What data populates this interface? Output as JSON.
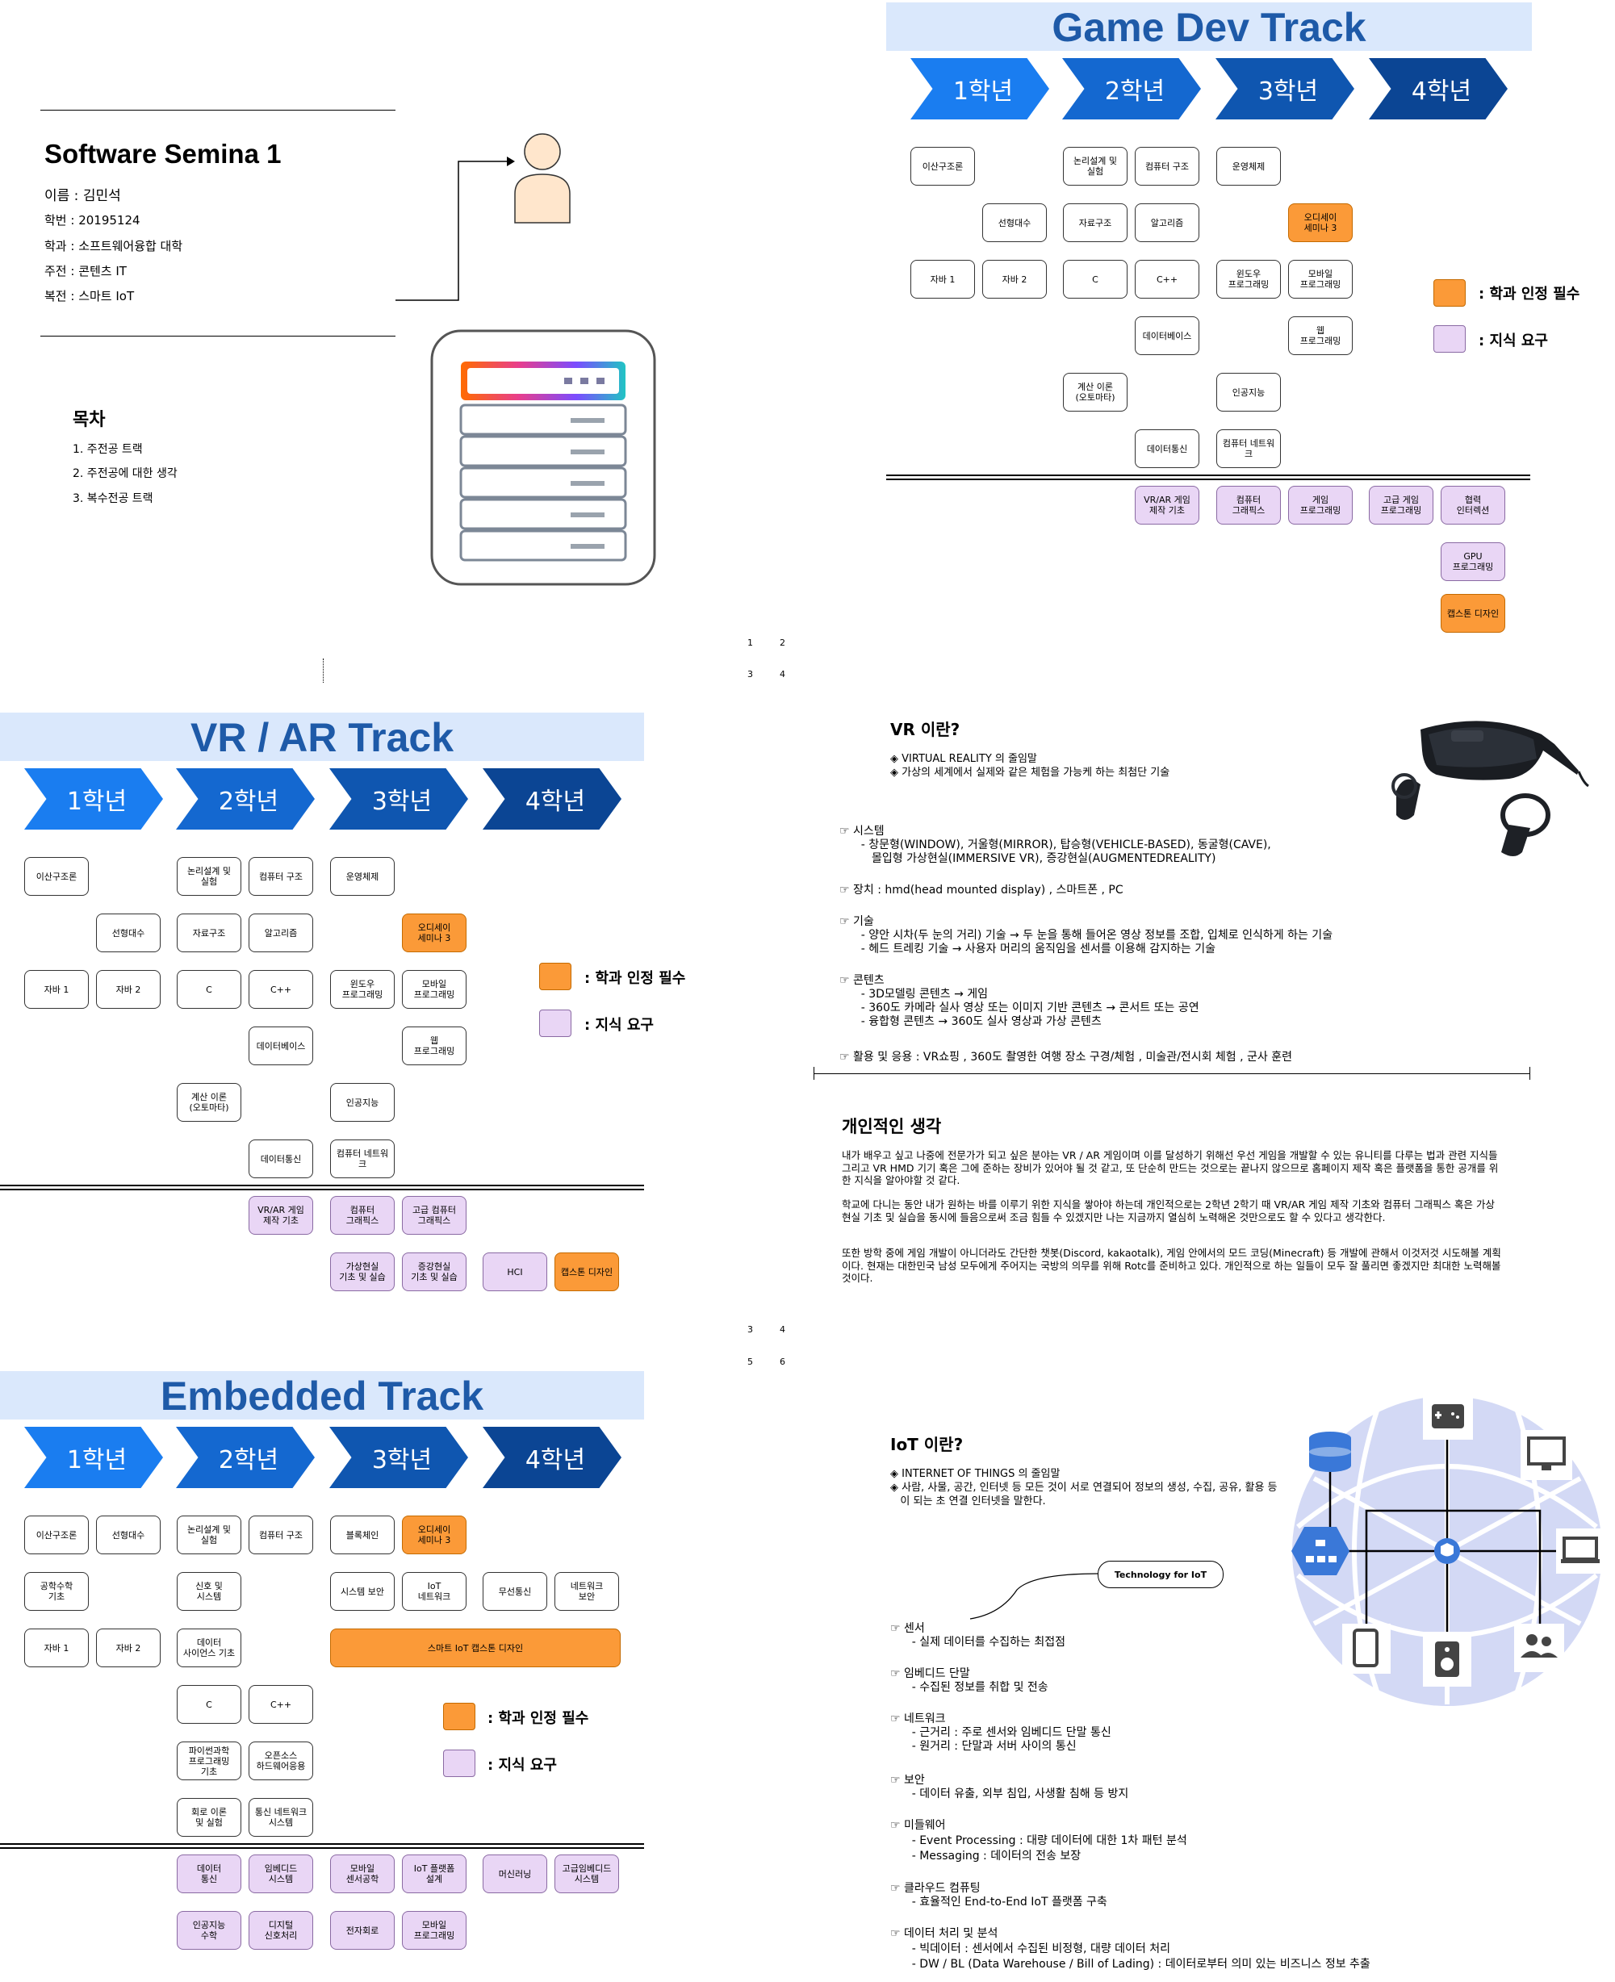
{
  "slide1": {
    "title": "Software Semina 1",
    "info": [
      "이름 : 김민석",
      "학번 : 20195124",
      "학과 : 소프트웨어융합 대학",
      "주전 : 콘텐츠 IT",
      "복전 : 스마트 IoT"
    ],
    "toc_title": "목차",
    "toc": [
      "1. 주전공 트랙",
      "2. 주전공에 대한 생각",
      "3. 복수전공 트랙"
    ]
  },
  "grades": [
    "1학년",
    "2학년",
    "3학년",
    "4학년"
  ],
  "legend": {
    "required": ": 학과 인정 필수",
    "knowledge": ": 지식 요구"
  },
  "colors": {
    "band": "#dae8fc",
    "band_text": "#1e5aa8",
    "orange": "#fb9a38",
    "purple": "#e9d6f5",
    "chev1": "#1a7df0",
    "chev2": "#1468d0",
    "chev3": "#0f56b0",
    "chev4": "#0b4594"
  },
  "game": {
    "title": "Game Dev Track",
    "boxes": [
      "이산구조론",
      "논리설계 및\n실험",
      "컴퓨터 구조",
      "운영체제",
      "선형대수",
      "자료구조",
      "알고리즘",
      "오디세이\n세미나 3",
      "자바 1",
      "자바 2",
      "C",
      "C++",
      "윈도우\n프로그래밍",
      "모바일\n프로그래밍",
      "데이터베이스",
      "웹\n프로그래밍",
      "계산 이론\n(오토마타)",
      "인공지능",
      "데이터통신",
      "컴퓨터 네트워\n크",
      "VR/AR 게임\n제작 기초",
      "컴퓨터\n그래픽스",
      "게임\n프로그래밍",
      "고급 게임\n프로그래밍",
      "협력\n인터렉션",
      "GPU\n프로그래밍",
      "캡스톤 디자인"
    ]
  },
  "vrar": {
    "title": "VR / AR Track",
    "boxes": [
      "이산구조론",
      "논리설계 및\n실험",
      "컴퓨터 구조",
      "운영체제",
      "선형대수",
      "자료구조",
      "알고리즘",
      "오디세이\n세미나 3",
      "자바 1",
      "자바 2",
      "C",
      "C++",
      "윈도우\n프로그래밍",
      "모바일\n프로그래밍",
      "데이터베이스",
      "웹\n프로그래밍",
      "계산 이론\n(오토마타)",
      "인공지능",
      "데이터통신",
      "컴퓨터 네트워\n크",
      "VR/AR 게임\n제작 기초",
      "컴퓨터\n그래픽스",
      "고급 컴퓨터\n그래픽스",
      "가상현실\n기초 및 실습",
      "증강현실\n기초 및 실습",
      "HCI",
      "캡스톤 디자인"
    ]
  },
  "embedded": {
    "title": "Embedded Track",
    "boxes": [
      "이산구조론",
      "선형대수",
      "논리설계 및\n실험",
      "컴퓨터 구조",
      "블록체인",
      "오디세이\n세미나 3",
      "공학수학\n기초",
      "신호 및\n시스템",
      "시스템 보안",
      "IoT\n네트워크",
      "무선통신",
      "네트워크\n보안",
      "자바 1",
      "자바 2",
      "데이터\n사이언스 기초",
      "스마트 IoT 캡스톤 디자인",
      "C",
      "C++",
      "파이썬과학\n프로그래밍\n기초",
      "오픈소스\n하드웨어응용",
      "회로 이론\n및 실험",
      "통신 네트워크\n시스템",
      "데이터\n통신",
      "임베디드\n시스템",
      "모바일\n센서공학",
      "IoT 플랫폼\n설계",
      "머신러닝",
      "고급임베디드\n시스템",
      "인공지능\n수학",
      "디지털\n신호처리",
      "전자회로",
      "모바일\n프로그래밍"
    ]
  },
  "vr": {
    "title": "VR 이란?",
    "def": [
      "◈ VIRTUAL REALITY 의 줄임말",
      "◈ 가상의 세계에서 실제와 같은 체험을 가능케 하는 최첨단 기술"
    ],
    "body": [
      "☞ 시스템",
      "      - 창문형(WINDOW), 거울형(MIRROR), 탑승형(VEHICLE-BASED), 동굴형(CAVE),",
      "         몰입형 가상현실(IMMERSIVE VR), 증강현실(AUGMENTEDREALITY)",
      "",
      "☞ 장치 : hmd(head mounted display) , 스마트폰 , PC",
      "",
      "☞ 기술",
      "      - 양안 시차(두 눈의 거리) 기술 → 두 눈을 통해 들어온 영상 정보를 조합, 입체로 인식하게 하는 기술",
      "      - 헤드 트레킹 기술 → 사용자 머리의 움직임을 센서를 이용해 감지하는 기술",
      "",
      "☞ 콘텐츠",
      "      - 3D모델링 콘텐츠 → 게임",
      "      - 360도 카메라 실사 영상 또는 이미지 기반 콘텐츠 → 콘서트 또는 공연",
      "      - 융합형 콘텐츠 → 360도 실사 영상과 가상 콘텐츠",
      "",
      "☞ 활용 및 응용 : VR쇼핑 , 360도 촬영한 여행 장소 구경/체험 , 미술관/전시회 체험 , 군사 훈련"
    ]
  },
  "thoughts": {
    "title": "개인적인 생각",
    "p1": " 내가 배우고 싶고 나중에 전문가가 되고 싶은 분야는 VR / AR 게임이며 이를 달성하기 위해선 우선 게임을 개발할 수 있는 유니티를 다루는 법과 관련 지식들 그리고 VR HMD 기기 혹은 그에 준하는 장비가 있어야 될 것 같고, 또 단순히 만드는 것으로는 끝나지 않으므로 홈페이지 제작 혹은 플랫폼을 통한 공개를 위한 지식을 알아야할 것 같다.",
    "p2": " 학교에 다니는 동안 내가 원하는 바를 이루기 위한 지식을 쌓아야 하는데 개인적으로는 2학년 2학기 때 VR/AR 게임 제작 기초와 컴퓨터 그래픽스 혹은 가상현실 기초 및 실습을 동시에 들음으로써 조금 힘들 수 있겠지만 나는 지금까지 열심히 노력해온 것만으로도 할 수 있다고 생각한다.",
    "p3": " 또한 방학 중에 게임 개발이 아니더라도 간단한 챗봇(Discord, kakaotalk), 게임 안에서의 모드 코딩(Minecraft) 등 개발에 관해서 이것저것 시도해볼 계획이다. 현재는 대한민국 남성 모두에게 주어지는 국방의 의무를 위해 Rotc를 준비하고 있다. 개인적으로 하는 일들이 모두 잘 풀리면 좋겠지만 최대한 노력해볼 것이다."
  },
  "iot": {
    "title": "IoT 이란?",
    "def": [
      "◈ INTERNET OF THINGS 의 줄임말",
      "◈ 사람, 사물, 공간, 인터넷 등 모든 것이 서로 연결되어 정보의 생성, 수집, 공유, 활용 등",
      "   이 되는 초 연결 인터넷을 말한다."
    ],
    "callout": "Technology for IoT",
    "body": [
      "☞ 센서",
      "      - 실제 데이터를 수집하는 최접점",
      "",
      "☞ 임베디드 단말",
      "      - 수집된 정보를 취합 및 전송",
      "",
      "☞ 네트워크",
      "      - 근거리 : 주로 센서와 임베디드 단말 통신",
      "      - 원거리 : 단말과 서버 사이의 통신",
      "",
      "☞ 보안",
      "      - 데이터 유출, 외부 침입, 사생활 침해 등 방지",
      "",
      "☞ 미들웨어",
      "      - Event Processing : 대량 데이터에 대한 1차 패턴 분석",
      "      - Messaging : 데이터의 전송 보장",
      "",
      "☞ 클라우드 컴퓨팅",
      "      - 효율적인 End-to-End IoT 플랫폼 구축",
      "",
      "☞ 데이터 처리 및 분석",
      "      - 빅데이터 : 센서에서 수집된 비정형, 대량 데이터 처리",
      "      - DW / BL (Data Warehouse / Bill of Lading) : 데이터로부터 의미 있는 비즈니스 정보 추출"
    ]
  },
  "page_numbers": [
    "1",
    "2",
    "3",
    "4",
    "3",
    "4",
    "5",
    "6"
  ]
}
